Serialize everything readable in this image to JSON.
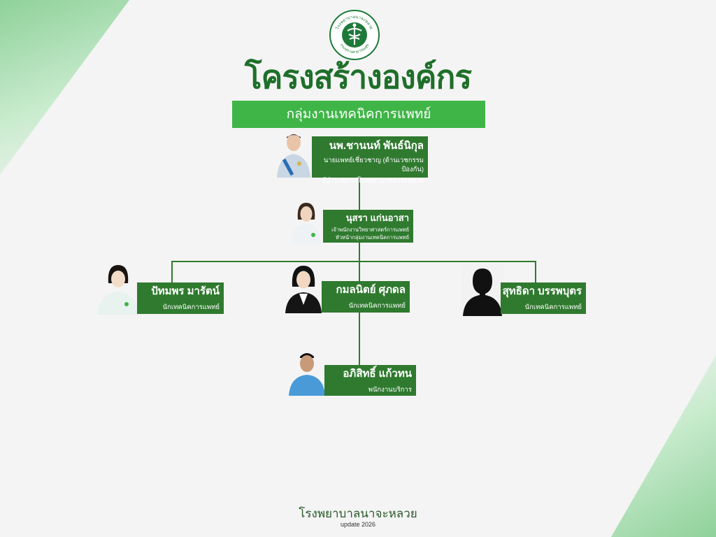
{
  "header": {
    "title": "โครงสร้างองค์กร",
    "subtitle": "กลุ่มงานเทคนิคการแพทย์",
    "seal_text_top": "โรงพยาบาลนาจะหลวย",
    "seal_text_bottom": "กระทรวงสาธารณสุข"
  },
  "members": [
    {
      "name": "นพ.ชานนท์ พันธ์นิกุล",
      "roles": [
        "นายแพทย์เชี่ยวชาญ (ด้านเวชกรรมป้องกัน)",
        "ผู้อำนวยการโรงพยาบาลนาจะหลวย"
      ]
    },
    {
      "name": "นุสรา แก่นอาสา",
      "roles": [
        "เจ้าพนักงานวิทยาศาสตร์การแพทย์",
        "หัวหน้ากลุ่มงานเทคนิคการแพทย์"
      ]
    },
    {
      "name": "ปัทมพร มารัตน์",
      "roles": [
        "นักเทคนิคการแพทย์"
      ]
    },
    {
      "name": "กมลนิตย์ ศุภดล",
      "roles": [
        "นักเทคนิคการแพทย์"
      ]
    },
    {
      "name": "สุทธิดา บรรพบุตร",
      "roles": [
        "นักเทคนิคการแพทย์"
      ]
    },
    {
      "name": "อภิสิทธิ์ แก้วทน",
      "roles": [
        "พนักงานบริการ"
      ]
    }
  ],
  "footer": {
    "hospital": "โรงพยาบาลนาจะหลวย",
    "update": "update 2026"
  },
  "colors": {
    "primary_green": "#2f7a2f",
    "accent_green": "#3fb547",
    "title_green": "#1f6f2a"
  }
}
